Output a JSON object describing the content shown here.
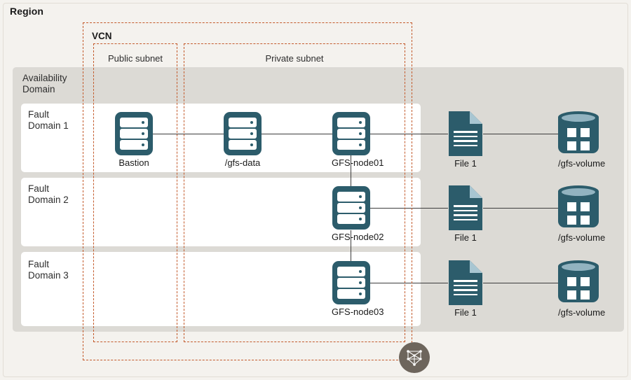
{
  "diagram": {
    "title": "Region",
    "type": "cloud-architecture",
    "background_color": "#f4f2ee",
    "accent_color": "#2c5c6b",
    "dashed_border_color": "#c35a2b",
    "availability_domain_color": "#dcdad5"
  },
  "region": {
    "label": "Region"
  },
  "vcn": {
    "label": "VCN",
    "subnets": [
      {
        "name": "public",
        "label": "Public subnet"
      },
      {
        "name": "private",
        "label": "Private subnet"
      }
    ]
  },
  "availability_domain": {
    "label": "Availability\nDomain",
    "fault_domains": [
      {
        "label": "Fault\nDomain 1"
      },
      {
        "label": "Fault\nDomain 2"
      },
      {
        "label": "Fault\nDomain 3"
      }
    ]
  },
  "nodes": {
    "bastion": {
      "label": "Bastion",
      "icon": "server-icon"
    },
    "gfs_data": {
      "label": "/gfs-data",
      "icon": "server-icon"
    },
    "gfs_node01": {
      "label": "GFS-node01",
      "icon": "server-icon"
    },
    "gfs_node02": {
      "label": "GFS-node02",
      "icon": "server-icon"
    },
    "gfs_node03": {
      "label": "GFS-node03",
      "icon": "server-icon"
    },
    "file1_fd1": {
      "label": "File 1",
      "icon": "file-icon"
    },
    "file1_fd2": {
      "label": "File 1",
      "icon": "file-icon"
    },
    "file1_fd3": {
      "label": "File 1",
      "icon": "file-icon"
    },
    "volume_fd1": {
      "label": "/gfs-volume",
      "icon": "block-volume-icon"
    },
    "volume_fd2": {
      "label": "/gfs-volume",
      "icon": "block-volume-icon"
    },
    "volume_fd3": {
      "label": "/gfs-volume",
      "icon": "block-volume-icon"
    }
  },
  "logo": {
    "name": "glusterfs-logo",
    "color": "#6d655c"
  }
}
